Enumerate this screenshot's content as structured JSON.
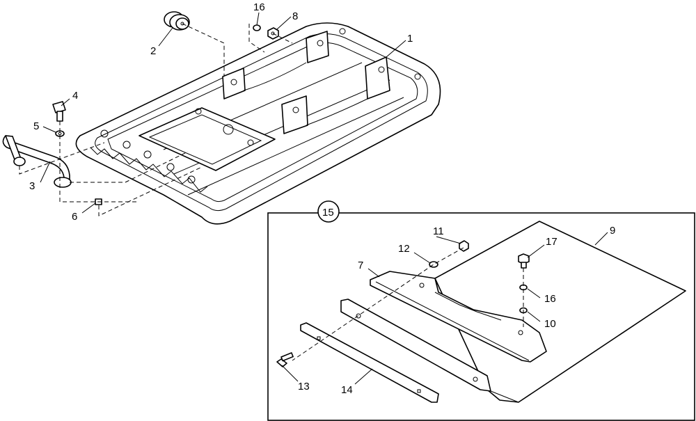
{
  "callouts": [
    {
      "id": "c1",
      "text": "1"
    },
    {
      "id": "c2",
      "text": "2"
    },
    {
      "id": "c3",
      "text": "3"
    },
    {
      "id": "c4",
      "text": "4"
    },
    {
      "id": "c5",
      "text": "5"
    },
    {
      "id": "c6",
      "text": "6"
    },
    {
      "id": "c7",
      "text": "7"
    },
    {
      "id": "c8",
      "text": "8"
    },
    {
      "id": "c9",
      "text": "9"
    },
    {
      "id": "c10",
      "text": "10"
    },
    {
      "id": "c11",
      "text": "11"
    },
    {
      "id": "c12",
      "text": "12"
    },
    {
      "id": "c13",
      "text": "13"
    },
    {
      "id": "c14",
      "text": "14"
    },
    {
      "id": "c15",
      "text": "15"
    },
    {
      "id": "c16a",
      "text": "16"
    },
    {
      "id": "c16b",
      "text": "16"
    },
    {
      "id": "c17",
      "text": "17"
    }
  ]
}
